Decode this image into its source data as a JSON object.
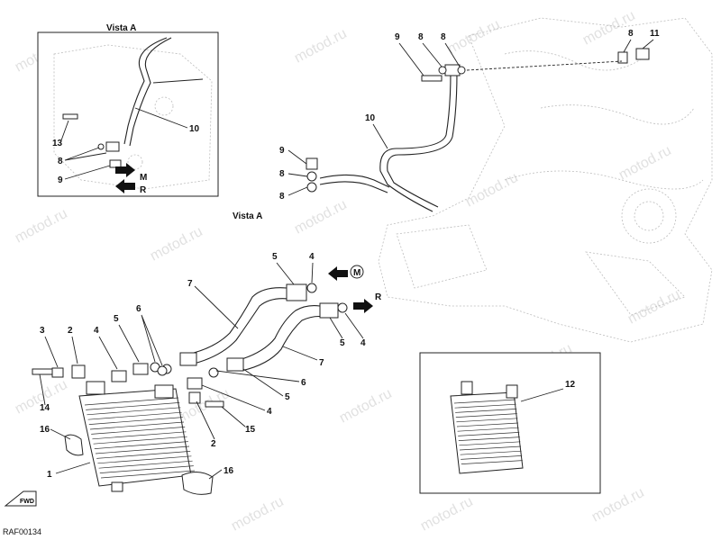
{
  "diagram": {
    "code": "RAF00134",
    "inset_title": "Vista A",
    "view_ref": "Vista A",
    "watermark": "motod.ru",
    "fwd_label": "FWD",
    "callouts": {
      "c1": "1",
      "c2a": "2",
      "c2b": "2",
      "c3": "3",
      "c4a": "4",
      "c4b": "4",
      "c4c": "4",
      "c4d": "4",
      "c5a": "5",
      "c5b": "5",
      "c5c": "5",
      "c5d": "5",
      "c6a": "6",
      "c6b": "6",
      "c7a": "7",
      "c7b": "7",
      "c8a": "8",
      "c8b": "8",
      "c8c": "8",
      "c8d": "8",
      "c8e": "8",
      "c8f": "8",
      "c9a": "9",
      "c9b": "9",
      "c9c": "9",
      "c10a": "10",
      "c10b": "10",
      "c11": "11",
      "c12": "12",
      "c13": "13",
      "c14": "14",
      "c15": "15",
      "c16a": "16",
      "c16b": "16",
      "arrowM_main": "M",
      "arrowR_main": "R",
      "arrowM_inset": "M",
      "arrowR_inset": "R"
    }
  }
}
